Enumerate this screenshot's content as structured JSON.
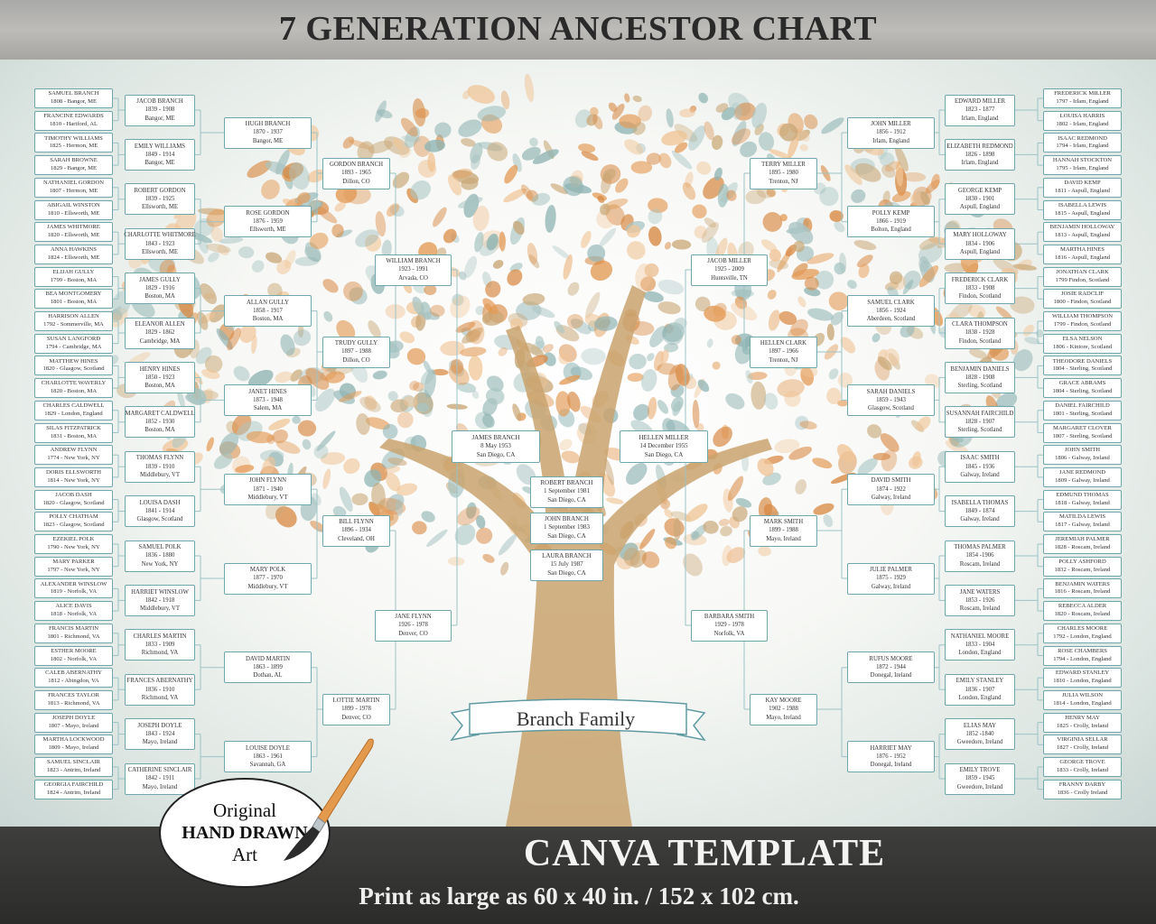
{
  "title": "7 GENERATION ANCESTOR CHART",
  "family_name": "Branch Family",
  "badge": {
    "line1": "Original",
    "line2": "HAND DRAWN",
    "line3": "Art"
  },
  "footer": {
    "headline": "CANVA TEMPLATE",
    "subline": "Print as large as 60 x 40 in. / 152 x 102 cm."
  },
  "colors": {
    "box_border": "#6fa7ad",
    "teal_leaf": "#8fb4b3",
    "orange_leaf": "#e39a55",
    "trunk": "#c9a36e",
    "footer_bg": "#333332"
  },
  "children": [
    {
      "lines": [
        "ROBERT BRANCH",
        "1 September 1981",
        "San Diego, CA"
      ]
    },
    {
      "lines": [
        "JOHN BRANCH",
        "1 September 1983",
        "San Diego, CA"
      ]
    },
    {
      "lines": [
        "LAURA BRANCH",
        "15 July 1987",
        "San Diego, CA"
      ]
    }
  ],
  "left": {
    "gen2": [
      {
        "lines": [
          "JAMES BRANCH",
          "8 May 1953",
          "San Diego, CA"
        ]
      }
    ],
    "gen3": [
      {
        "lines": [
          "WILLIAM BRANCH",
          "1923 - 1991",
          "Arvada, CO"
        ]
      },
      {
        "lines": [
          "JANE FLYNN",
          "1926 - 1978",
          "Denver, CO"
        ]
      }
    ],
    "gen4": [
      {
        "lines": [
          "GORDON BRANCH",
          "1893 - 1965",
          "Dillon, CO"
        ]
      },
      {
        "lines": [
          "TRUDY GULLY",
          "1897 - 1988",
          "Dillon, CO"
        ]
      },
      {
        "lines": [
          "BILL FLYNN",
          "1896 - 1934",
          "Cleveland, OH"
        ]
      },
      {
        "lines": [
          "LOTTIE MARTIN",
          "1899 - 1978",
          "Denver, CO"
        ]
      }
    ],
    "gen5": [
      {
        "lines": [
          "HUGH BRANCH",
          "1870 - 1937",
          "Bangor, ME"
        ]
      },
      {
        "lines": [
          "ROSE GORDON",
          "1876 - 1959",
          "Ellsworth, ME"
        ]
      },
      {
        "lines": [
          "ALLAN GULLY",
          "1858 - 1917",
          "Boston, MA"
        ]
      },
      {
        "lines": [
          "JANET HINES",
          "1873 - 1948",
          "Salem, MA"
        ]
      },
      {
        "lines": [
          "JOHN FLYNN",
          "1871 - 1940",
          "Middlebury, VT"
        ]
      },
      {
        "lines": [
          "MARY POLK",
          "1877 - 1970",
          "Middlebury, VT"
        ]
      },
      {
        "lines": [
          "DAVID MARTIN",
          "1863 - 1899",
          "Dothan, AL"
        ]
      },
      {
        "lines": [
          "LOUISE DOYLE",
          "1863 - 1961",
          "Savannah, GA"
        ]
      }
    ],
    "gen6": [
      {
        "lines": [
          "JACOB BRANCH",
          "1839 - 1908",
          "Bangor, ME"
        ]
      },
      {
        "lines": [
          "EMILY WILLIAMS",
          "1849 - 1914",
          "Bangor, ME"
        ]
      },
      {
        "lines": [
          "ROBERT GORDON",
          "1839 - 1925",
          "Ellsworth, ME"
        ]
      },
      {
        "lines": [
          "CHARLOTTE WHITMORE",
          "1843 - 1923",
          "Ellsworth, ME"
        ]
      },
      {
        "lines": [
          "JAMES GULLY",
          "1829 - 1916",
          "Boston, MA"
        ]
      },
      {
        "lines": [
          "ELEANOR ALLEN",
          "1829 - 1862",
          "Cambridge, MA"
        ]
      },
      {
        "lines": [
          "HENRY HINES",
          "1850 - 1923",
          "Boston, MA"
        ]
      },
      {
        "lines": [
          "MARGARET CALDWELL",
          "1852 - 1930",
          "Boston, MA"
        ]
      },
      {
        "lines": [
          "THOMAS FLYNN",
          "1839 - 1910",
          "Middlebury, VT"
        ]
      },
      {
        "lines": [
          "LOUISA DASH",
          "1841 - 1914",
          "Glasgow, Scotland"
        ]
      },
      {
        "lines": [
          "SAMUEL POLK",
          "1836 - 1880",
          "New York, NY"
        ]
      },
      {
        "lines": [
          "HARRIET WINSLOW",
          "1842 - 1918",
          "Middlebury, VT"
        ]
      },
      {
        "lines": [
          "CHARLES MARTIN",
          "1833 - 1909",
          "Richmond, VA"
        ]
      },
      {
        "lines": [
          "FRANCES ABERNATHY",
          "1836 - 1910",
          "Richmond, VA"
        ]
      },
      {
        "lines": [
          "JOSEPH DOYLE",
          "1843 - 1924",
          "Mayo, Ireland"
        ]
      },
      {
        "lines": [
          "CATHERINE SINCLAIR",
          "1842 - 1911",
          "Mayo, Ireland"
        ]
      }
    ],
    "gen7": [
      {
        "lines": [
          "SAMUEL BRANCH",
          "1808 - Bangor, ME"
        ]
      },
      {
        "lines": [
          "FRANCINE EDWARDS",
          "1810 - Hartford, AL"
        ]
      },
      {
        "lines": [
          "TIMOTHY WILLIAMS",
          "1825 - Hermon, ME"
        ]
      },
      {
        "lines": [
          "SARAH BROWNE",
          "1829 - Bangor, ME"
        ]
      },
      {
        "lines": [
          "NATHANIEL GORDON",
          "1807 - Hermon, ME"
        ]
      },
      {
        "lines": [
          "ABIGAIL WINSTON",
          "1810 - Ellsworth, ME"
        ]
      },
      {
        "lines": [
          "JAMES WHITMORE",
          "1820 - Ellsworth, ME"
        ]
      },
      {
        "lines": [
          "ANNA HAWKINS",
          "1824 - Ellsworth, ME"
        ]
      },
      {
        "lines": [
          "ELIJAH GULLY",
          "1799 - Boston, MA"
        ]
      },
      {
        "lines": [
          "BEA MONTGOMERY",
          "1801 - Boston, MA"
        ]
      },
      {
        "lines": [
          "HARRISON ALLEN",
          "1792 - Sommerville, MA"
        ]
      },
      {
        "lines": [
          "SUSAN LANGFORD",
          "1794 - Cambridge, MA"
        ]
      },
      {
        "lines": [
          "MATTHEW HINES",
          "1820 - Glasgow, Scotland"
        ]
      },
      {
        "lines": [
          "CHARLOTTE WAVERLY",
          "1820 - Boston, MA"
        ]
      },
      {
        "lines": [
          "CHARLES CALDWELL",
          "1829 - London, England"
        ]
      },
      {
        "lines": [
          "SILAS FITZPATRICK",
          "1831 - Boston, MA"
        ]
      },
      {
        "lines": [
          "ANDREW FLYNN",
          "1774 - New York, NY"
        ]
      },
      {
        "lines": [
          "DORIS ELLSWORTH",
          "1814 - New York, NY"
        ]
      },
      {
        "lines": [
          "JACOB DASH",
          "1820 - Glasgow, Scotland"
        ]
      },
      {
        "lines": [
          "POLLY CHATHAM",
          "1823 - Glasgow, Scotland"
        ]
      },
      {
        "lines": [
          "EZEKIEL POLK",
          "1790 - New York, NY"
        ]
      },
      {
        "lines": [
          "MARY PARKER",
          "1797 - New York, NY"
        ]
      },
      {
        "lines": [
          "ALEXANDER WINSLOW",
          "1819 - Norfolk, VA"
        ]
      },
      {
        "lines": [
          "ALICE DAVIS",
          "1818 - Norfolk, VA"
        ]
      },
      {
        "lines": [
          "FRANCIS MARTIN",
          "1801 - Richmond, VA"
        ]
      },
      {
        "lines": [
          "ESTHER MOORE",
          "1802 - Norfolk, VA"
        ]
      },
      {
        "lines": [
          "CALEB ABERNATHY",
          "1812 - Abingdon, VA"
        ]
      },
      {
        "lines": [
          "FRANCES TAYLOR",
          "1813 - Richmond, VA"
        ]
      },
      {
        "lines": [
          "JOSEPH DOYLE",
          "1807 - Mayo, Ireland"
        ]
      },
      {
        "lines": [
          "MARTHA LOCKWOOD",
          "1809 - Mayo, Ireland"
        ]
      },
      {
        "lines": [
          "SAMUEL SINCLAIR",
          "1823 - Antrim, Ireland"
        ]
      },
      {
        "lines": [
          "GEORGIA FAIRCHILD",
          "1824 - Antrim, Ireland"
        ]
      }
    ]
  },
  "right": {
    "gen2": [
      {
        "lines": [
          "HELLEN MILLER",
          "14 December 1955",
          "San Diego, CA"
        ]
      }
    ],
    "gen3": [
      {
        "lines": [
          "JACOB MILLER",
          "1925 - 2009",
          "Huntsville, TN"
        ]
      },
      {
        "lines": [
          "BARBARA SMITH",
          "1929 - 1978",
          "Norfolk, VA"
        ]
      }
    ],
    "gen4": [
      {
        "lines": [
          "TERRY MILLER",
          "1895 - 1980",
          "Trenton, NJ"
        ]
      },
      {
        "lines": [
          "HELLEN CLARK",
          "1897 - 1966",
          "Trenton, NJ"
        ]
      },
      {
        "lines": [
          "MARK SMITH",
          "1899 - 1988",
          "Mayo, Ireland"
        ]
      },
      {
        "lines": [
          "KAY MOORE",
          "1902 - 1988",
          "Mayo, Ireland"
        ]
      }
    ],
    "gen5": [
      {
        "lines": [
          "JOHN MILLER",
          "1856 - 1912",
          "Irlam, England"
        ]
      },
      {
        "lines": [
          "POLLY KEMP",
          "1866 - 1919",
          "Bolton, England"
        ]
      },
      {
        "lines": [
          "SAMUEL CLARK",
          "1856 - 1924",
          "Aberdeen, Scotland"
        ]
      },
      {
        "lines": [
          "SARAH DANIELS",
          "1859 - 1943",
          "Glasgow, Scotland"
        ]
      },
      {
        "lines": [
          "DAVID SMITH",
          "1874 - 1922",
          "Galway, Ireland"
        ]
      },
      {
        "lines": [
          "JULIE PALMER",
          "1875 - 1929",
          "Galway, Ireland"
        ]
      },
      {
        "lines": [
          "RUFUS MOORE",
          "1872 - 1944",
          "Donegal, Ireland"
        ]
      },
      {
        "lines": [
          "HARRIET MAY",
          "1876 - 1952",
          "Donegal, Ireland"
        ]
      }
    ],
    "gen6": [
      {
        "lines": [
          "EDWARD MILLER",
          "1823 - 1877",
          "Irlam, England"
        ]
      },
      {
        "lines": [
          "ELIZABETH REDMOND",
          "1826 - 1898",
          "Irlam, England"
        ]
      },
      {
        "lines": [
          "GEORGE KEMP",
          "1830 - 1901",
          "Aspull, England"
        ]
      },
      {
        "lines": [
          "MARY HOLLOWAY",
          "1834 - 1906",
          "Aspull, England"
        ]
      },
      {
        "lines": [
          "FREDERICK CLARK",
          "1833 - 1908",
          "Findon, Scotland"
        ]
      },
      {
        "lines": [
          "CLARA THOMPSON",
          "1838 - 1928",
          "Findon, Scotland"
        ]
      },
      {
        "lines": [
          "BENJAMIN DANIELS",
          "1828 - 1908",
          "Sterling, Scotland"
        ]
      },
      {
        "lines": [
          "SUSANNAH FAIRCHILD",
          "1828 - 1907",
          "Sterling, Scotland"
        ]
      },
      {
        "lines": [
          "ISAAC SMITH",
          "1845 - 1936",
          "Galway, Ireland"
        ]
      },
      {
        "lines": [
          "ISABELLA THOMAS",
          "1849 - 1874",
          "Galway, Ireland"
        ]
      },
      {
        "lines": [
          "THOMAS PALMER",
          "1854 -1906",
          "Roscam, Ireland"
        ]
      },
      {
        "lines": [
          "JANE WATERS",
          "1853 - 1926",
          "Roscam, Ireland"
        ]
      },
      {
        "lines": [
          "NATHANIEL MOORE",
          "1833 - 1904",
          "London, England"
        ]
      },
      {
        "lines": [
          "EMILY STANLEY",
          "1836 - 1907",
          "London, England"
        ]
      },
      {
        "lines": [
          "ELIAS MAY",
          "1852 -1840",
          "Gweedore, Ireland"
        ]
      },
      {
        "lines": [
          "EMILY TROVE",
          "1859 - 1945",
          "Gweedore, Ireland"
        ]
      }
    ],
    "gen7": [
      {
        "lines": [
          "FREDERICK MILLER",
          "1797 - Irlam, England"
        ]
      },
      {
        "lines": [
          "LOUISA HARRIS",
          "1802 - Irlam, England"
        ]
      },
      {
        "lines": [
          "ISAAC REDMOND",
          "1794 - Irlam, England"
        ]
      },
      {
        "lines": [
          "HANNAH STOCKTON",
          "1795 - Irlam, England"
        ]
      },
      {
        "lines": [
          "DAVID KEMP",
          "1811 - Aspull, England"
        ]
      },
      {
        "lines": [
          "ISABELLA LEWIS",
          "1815 - Aspull, England"
        ]
      },
      {
        "lines": [
          "BENJAMIN HOLLOWAY",
          "1813 - Aspull, England"
        ]
      },
      {
        "lines": [
          "MARTHA HINES",
          "1816 - Aspull, England"
        ]
      },
      {
        "lines": [
          "JONATHAN CLARK",
          "1799 Findon, Scotland"
        ]
      },
      {
        "lines": [
          "JOSIE RADCLIF",
          "1800 - Findon, Scotland"
        ]
      },
      {
        "lines": [
          "WILLIAM THOMPSON",
          "1799 - Findon, Scotland"
        ]
      },
      {
        "lines": [
          "ELSA NELSON",
          "1806 - Kintore, Scotland"
        ]
      },
      {
        "lines": [
          "THEODORE DANIELS",
          "1804 - Sterling, Scotland"
        ]
      },
      {
        "lines": [
          "GRACE ABRAMS",
          "1804 - Sterling, Scotland"
        ]
      },
      {
        "lines": [
          "DANIEL FAIRCHILD",
          "1801 - Sterling, Scotland"
        ]
      },
      {
        "lines": [
          "MARGARET CLOVER",
          "1807 - Sterling, Scotland"
        ]
      },
      {
        "lines": [
          "JOHN SMITH",
          "1806 - Galway, Ireland"
        ]
      },
      {
        "lines": [
          "JANE REDMOND",
          "1809 - Galway, Ireland"
        ]
      },
      {
        "lines": [
          "EDMUND THOMAS",
          "1818 - Galway, Ireland"
        ]
      },
      {
        "lines": [
          "MATILDA LEWIS",
          "1817 - Galway, Ireland"
        ]
      },
      {
        "lines": [
          "JEREMIAH PALMER",
          "1828 - Roscam, Ireland"
        ]
      },
      {
        "lines": [
          "POLLY ASHFORD",
          "1832 - Roscam, Ireland"
        ]
      },
      {
        "lines": [
          "BENJAMIN WATERS",
          "1816 - Roscam, Ireland"
        ]
      },
      {
        "lines": [
          "REBECCA ALDER",
          "1820 - Roscam, Ireland"
        ]
      },
      {
        "lines": [
          "CHARLES MOORE",
          "1792 - London, England"
        ]
      },
      {
        "lines": [
          "ROSE CHAMBERS",
          "1794 - London, England"
        ]
      },
      {
        "lines": [
          "EDWARD STANLEY",
          "1810 - London, England"
        ]
      },
      {
        "lines": [
          "JULIA WILSON",
          "1814 - London, England"
        ]
      },
      {
        "lines": [
          "HENRY MAY",
          "1825 - Crolly, Ireland"
        ]
      },
      {
        "lines": [
          "VIRGINIA SELLAR",
          "1827 - Crolly, Ireland"
        ]
      },
      {
        "lines": [
          "GEORGE TROVE",
          "1833 - Crolly, Ireland"
        ]
      },
      {
        "lines": [
          "FRANNY DARBY",
          "1836 - Crolly Ireland"
        ]
      }
    ]
  }
}
